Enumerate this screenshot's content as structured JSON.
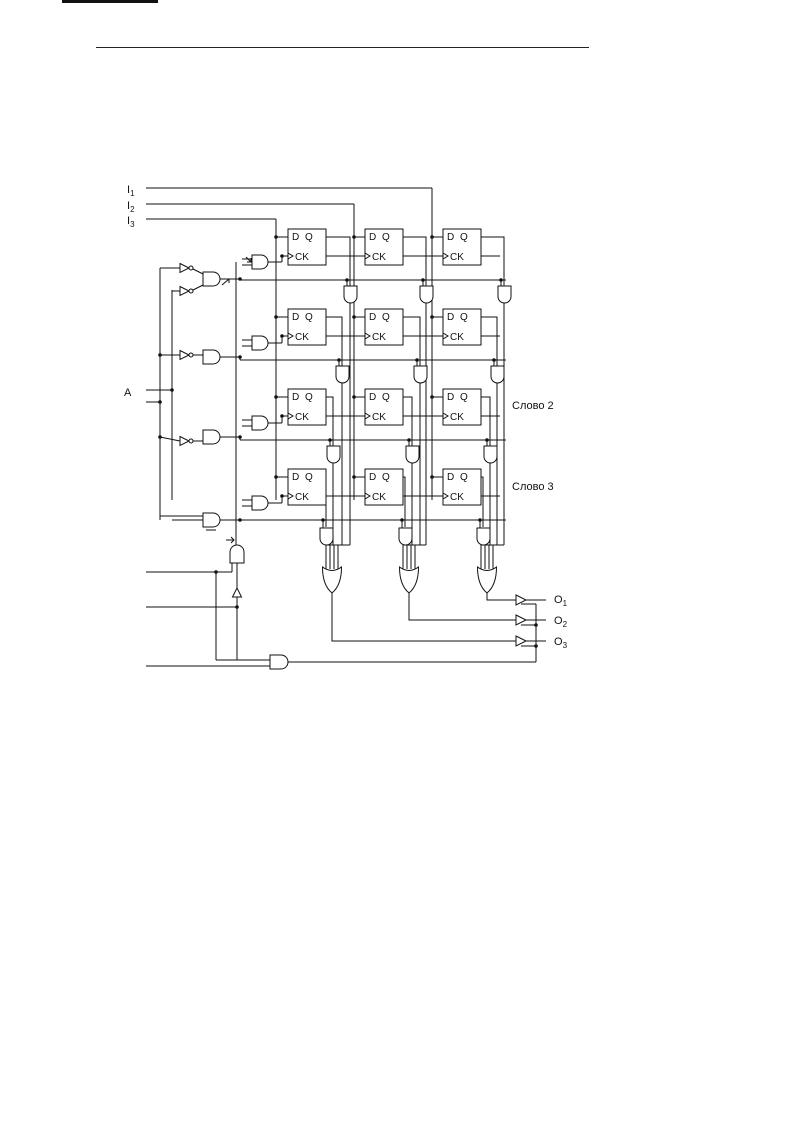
{
  "inputs": {
    "i1": {
      "base": "I",
      "sub": "1"
    },
    "i2": {
      "base": "I",
      "sub": "2"
    },
    "i3": {
      "base": "I",
      "sub": "3"
    }
  },
  "address_label": "A",
  "flipflop": {
    "d": "D",
    "q": "Q",
    "ck": "CK"
  },
  "word_labels": {
    "word2": "Слово 2",
    "word3": "Слово 3"
  },
  "outputs": {
    "o1": {
      "base": "O",
      "sub": "1"
    },
    "o2": {
      "base": "O",
      "sub": "2"
    },
    "o3": {
      "base": "O",
      "sub": "3"
    }
  }
}
